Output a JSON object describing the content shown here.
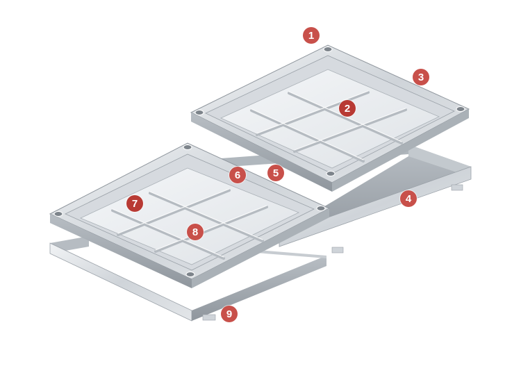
{
  "callouts": [
    {
      "id": "1",
      "part": "c1"
    },
    {
      "id": "2",
      "part": "c2"
    },
    {
      "id": "3",
      "part": "c3"
    },
    {
      "id": "4",
      "part": "c4"
    },
    {
      "id": "5",
      "part": "c5"
    },
    {
      "id": "6",
      "part": "c6"
    },
    {
      "id": "7",
      "part": "c7"
    },
    {
      "id": "8",
      "part": "c8"
    },
    {
      "id": "9",
      "part": "c9"
    }
  ],
  "colors": {
    "callout": "#c8504a",
    "steel_light": "#e6e9ec",
    "steel_mid": "#c9ced3",
    "steel_dark": "#9aa1a8",
    "plate": "#eef0f2"
  }
}
